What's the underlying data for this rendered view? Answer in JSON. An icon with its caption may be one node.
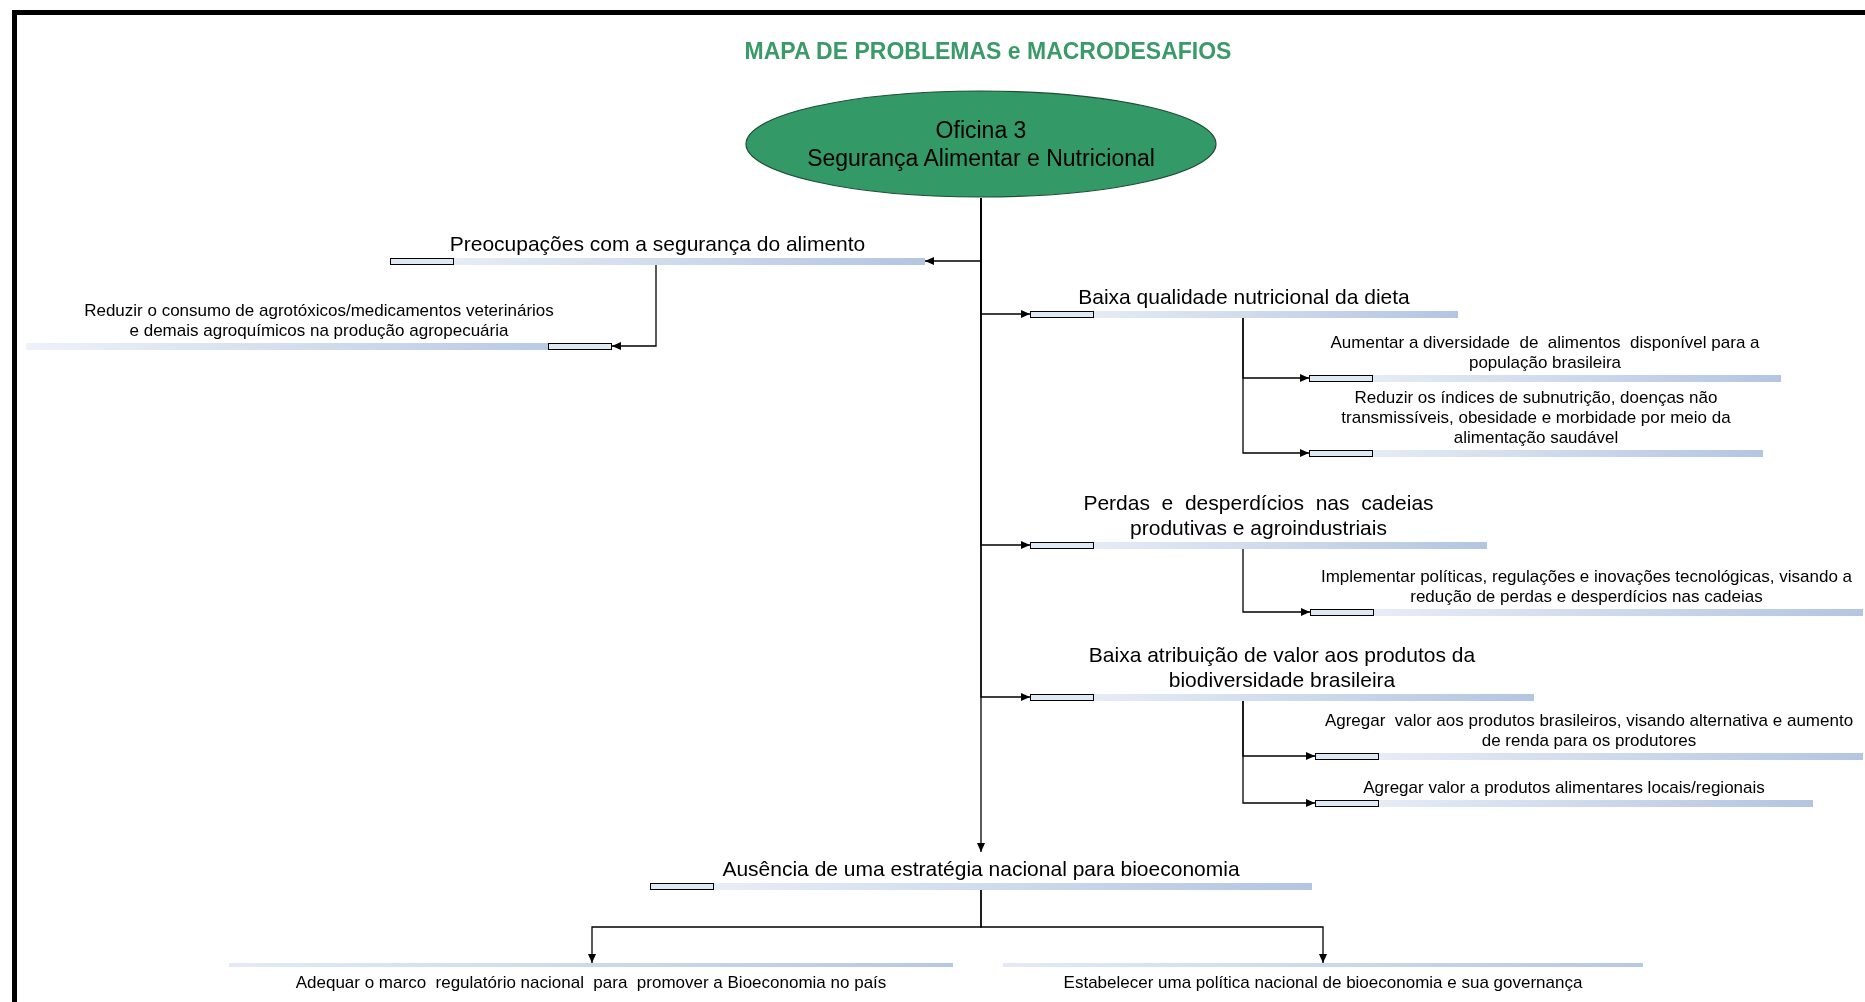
{
  "diagram": {
    "title": "MAPA DE PROBLEMAS e MACRODESAFIOS",
    "nodes": [
      {
        "text": [
          "Oficina 3",
          "Segurança Alimentar e Nutricional"
        ]
      },
      {
        "text": [
          "Preocupações com a segurança do alimento"
        ]
      },
      {
        "text": [
          "Reduzir o consumo de agrotóxicos/medicamentos veterinários e demais agroquímicos na produção agropecuária"
        ]
      },
      {
        "text": [
          "Baixa qualidade nutricional da dieta"
        ]
      },
      {
        "text": [
          "Aumentar a diversidade  de  alimentos  disponível para a população brasileira"
        ]
      },
      {
        "text": [
          "Reduzir os índices de subnutrição, doenças não transmissíveis, obesidade e morbidade por meio da alimentação saudável"
        ]
      },
      {
        "text": [
          "Perdas  e  desperdícios  nas  cadeias produtivas e agroindustriais"
        ]
      },
      {
        "text": [
          "Implementar políticas, regulações e inovações tecnológicas, visando a redução de perdas e desperdícios nas cadeias"
        ]
      },
      {
        "text": [
          "Baixa atribuição de valor aos produtos da biodiversidade brasileira"
        ]
      },
      {
        "text": [
          "Agregar  valor aos produtos brasileiros, visando alternativa e aumento de renda para os produtores"
        ]
      },
      {
        "text": [
          "Agregar valor a produtos alimentares locais/regionais"
        ]
      },
      {
        "text": [
          "Ausência de uma estratégia nacional para bioeconomia"
        ]
      },
      {
        "text": [
          "Adequar o marco  regulatório nacional  para  promover a Bioeconomia no país"
        ]
      },
      {
        "text": [
          "Estabelecer uma política nacional de bioeconomia e sua governança"
        ]
      }
    ],
    "edges": [
      {
        "from": 0,
        "to": 1,
        "arrow": "to"
      },
      {
        "from": 0,
        "to": 3,
        "arrow": "to"
      },
      {
        "from": 0,
        "to": 6,
        "arrow": "to"
      },
      {
        "from": 0,
        "to": 8,
        "arrow": "to"
      },
      {
        "from": 0,
        "to": 11,
        "arrow": "to"
      },
      {
        "from": 1,
        "to": 2,
        "arrow": "to"
      },
      {
        "from": 3,
        "to": 4,
        "arrow": "to"
      },
      {
        "from": 3,
        "to": 5,
        "arrow": "to"
      },
      {
        "from": 6,
        "to": 7,
        "arrow": "to"
      },
      {
        "from": 8,
        "to": 9,
        "arrow": "to"
      },
      {
        "from": 8,
        "to": 10,
        "arrow": "to"
      },
      {
        "from": 11,
        "to": 12,
        "arrow": "to"
      },
      {
        "from": 11,
        "to": 13,
        "arrow": "to"
      }
    ]
  }
}
